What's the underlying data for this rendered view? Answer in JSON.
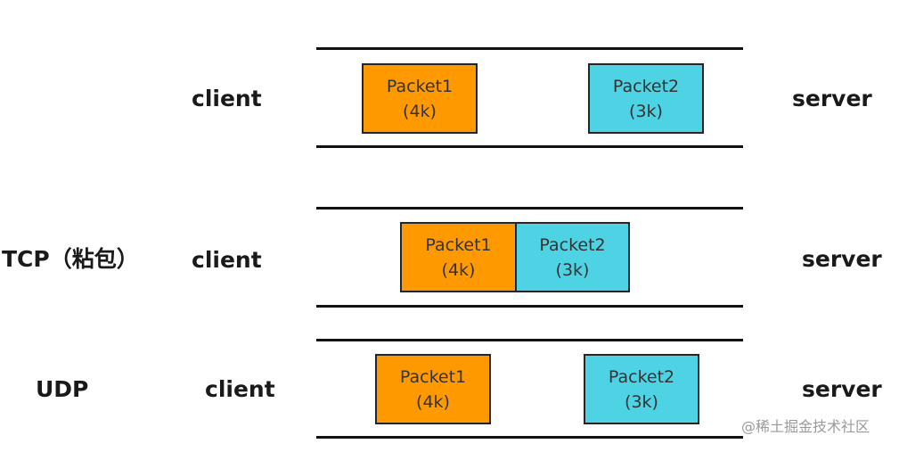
{
  "rows": [
    {
      "name": "",
      "client": "client",
      "server": "server",
      "packets": [
        {
          "title": "Packet1",
          "size": "(4k)",
          "color": "#ff9900"
        },
        {
          "title": "Packet2",
          "size": "(3k)",
          "color": "#4dd3e3"
        }
      ]
    },
    {
      "name": "TCP（粘包）",
      "client": "client",
      "server": "server",
      "packets": [
        {
          "title": "Packet1",
          "size": "(4k)",
          "color": "#ff9900"
        },
        {
          "title": "Packet2",
          "size": "(3k)",
          "color": "#4dd3e3"
        }
      ]
    },
    {
      "name": "UDP",
      "client": "client",
      "server": "server",
      "packets": [
        {
          "title": "Packet1",
          "size": "(4k)",
          "color": "#ff9900"
        },
        {
          "title": "Packet2",
          "size": "(3k)",
          "color": "#4dd3e3"
        }
      ]
    }
  ],
  "watermark": "@稀土掘金技术社区"
}
